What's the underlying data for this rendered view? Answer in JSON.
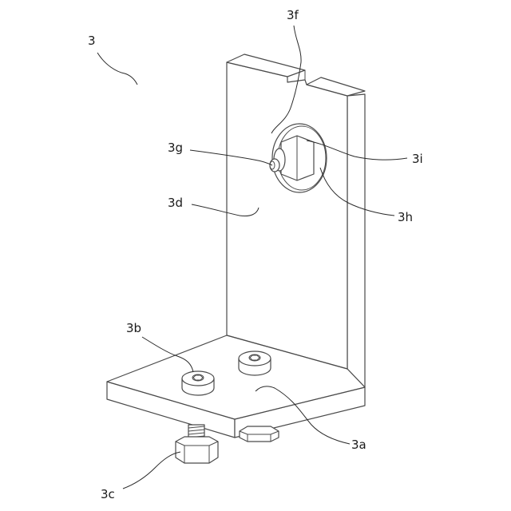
{
  "figure": {
    "labels": {
      "assembly": "3",
      "base_plate": "3a",
      "bolt_head": "3b",
      "nut": "3c",
      "vertical_plate": "3d",
      "slot": "3f",
      "pin_tip": "3g",
      "washer": "3h",
      "pin_body": "3i"
    }
  }
}
